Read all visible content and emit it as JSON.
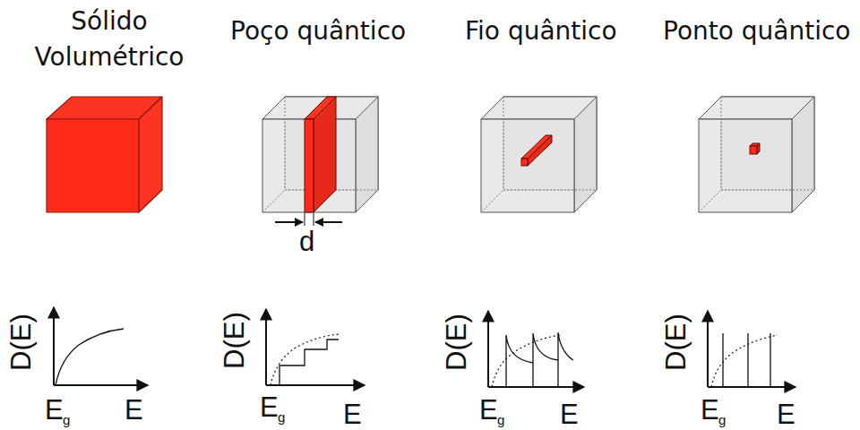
{
  "diagram": {
    "labels": [
      "Sólido Volumétrico",
      "Poço quântico",
      "Fio quântico",
      "Ponto quântico",
      "d",
      "D(E)",
      "E",
      "g",
      "E",
      "D(E)",
      "E",
      "g",
      "E",
      "D(E)",
      "E",
      "g",
      "E",
      "D(E)",
      "E",
      "g",
      "E"
    ]
  }
}
